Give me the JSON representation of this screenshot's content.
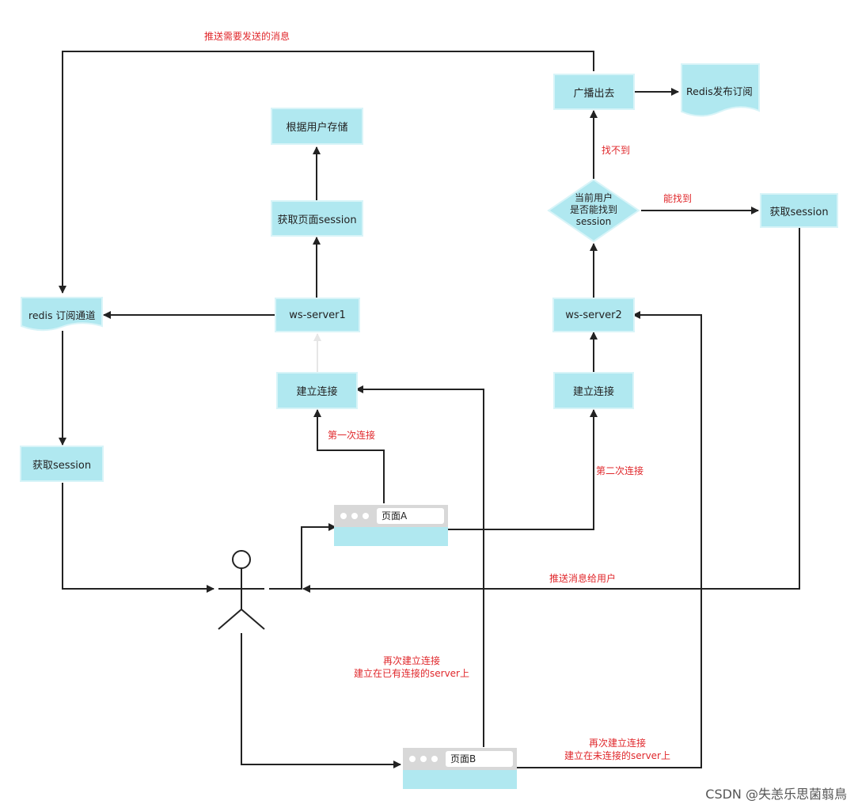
{
  "nodes": {
    "store_by_user": "根据用户存储",
    "get_page_session": "获取页面session",
    "ws_server1": "ws-server1",
    "connect1": "建立连接",
    "redis_channel": "redis 订阅通道",
    "get_session_left": "获取session",
    "broadcast": "广播出去",
    "redis_pubsub": "Redis发布订阅",
    "decision": "当前用户\n是否能找到\nsession",
    "get_session_right": "获取session",
    "ws_server2": "ws-server2",
    "connect2": "建立连接",
    "page_a": "页面A",
    "page_b": "页面B"
  },
  "edge_labels": {
    "push_message": "推送需要发送的消息",
    "not_found": "找不到",
    "found": "能找到",
    "first_connect": "第一次连接",
    "second_connect": "第二次连接",
    "push_to_user": "推送消息给用户",
    "reconnect_existing": "再次建立连接\n建立在已有连接的server上",
    "reconnect_new": "再次建立连接\n建立在未连接的server上"
  },
  "colors": {
    "box_fill": "#b0e8f0",
    "box_border": "#d8f4f8",
    "line": "#222222",
    "label": "#e0282c",
    "browser_bar": "#d8d8d8"
  },
  "icons": {
    "user": "stick-figure-icon",
    "browser_dots": "window-dots-icon"
  },
  "watermark": "CSDN @失恙乐思菌翦鳥"
}
